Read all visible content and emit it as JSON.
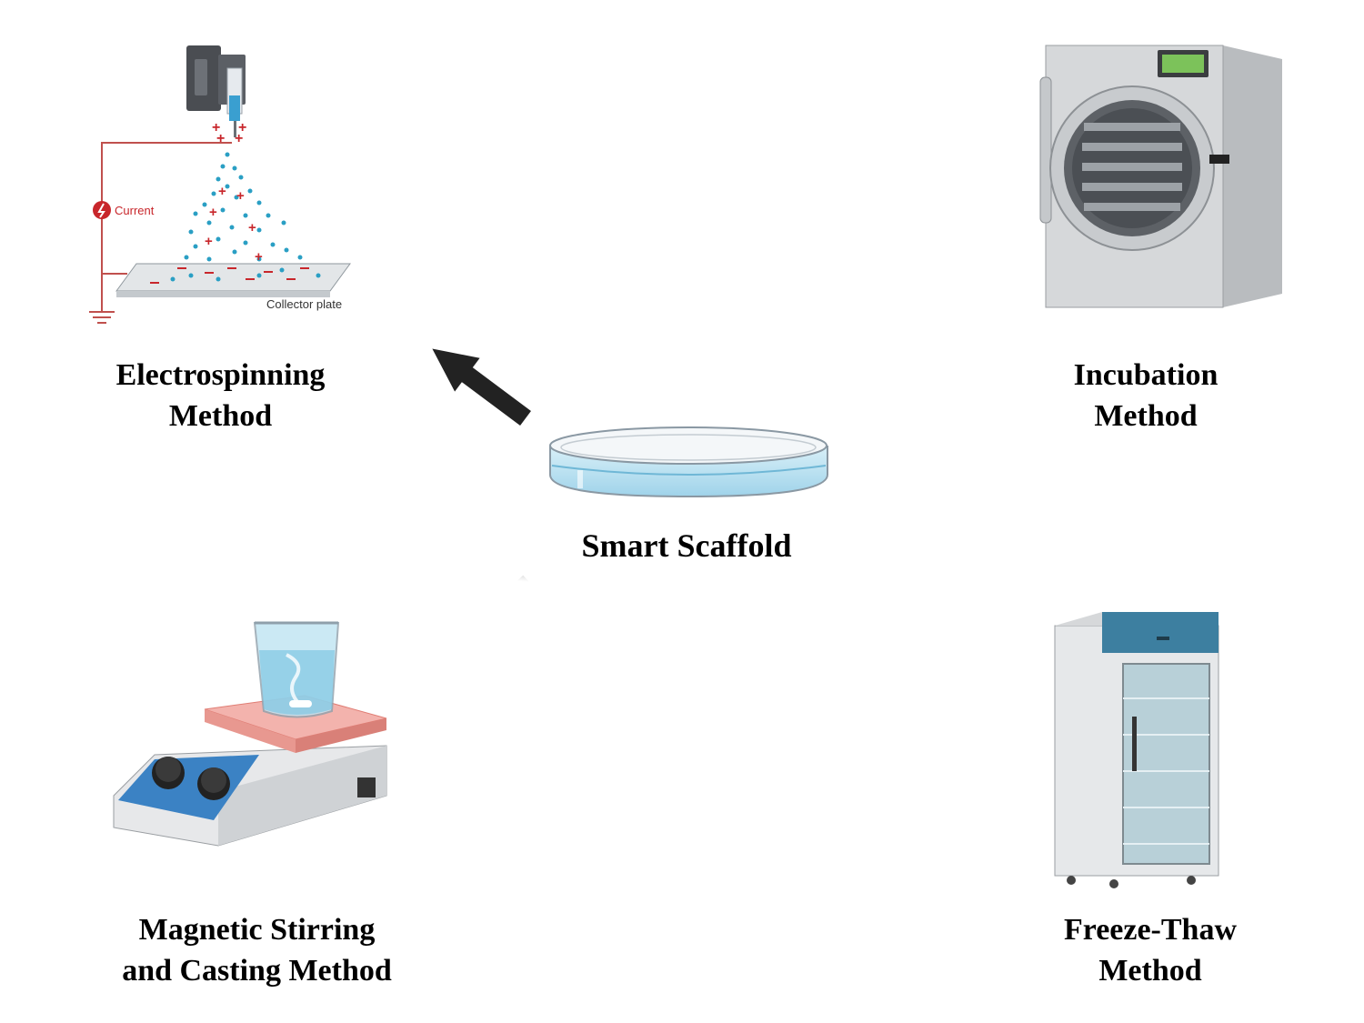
{
  "center": {
    "label": "Smart Scaffold"
  },
  "methods": [
    {
      "lines": [
        "Electrospinning",
        "Method"
      ]
    },
    {
      "lines": [
        "Incubation",
        "Method"
      ]
    },
    {
      "lines": [
        "Magnetic Stirring",
        "and Casting Method"
      ]
    },
    {
      "lines": [
        "Freeze-Thaw",
        "Method"
      ]
    }
  ],
  "electrospinning": {
    "current_label": "Current",
    "collector_label": "Collector plate"
  },
  "colors": {
    "arrow": "#222222",
    "liquid": "#bfe4f2",
    "charge": "#c8262b",
    "droplet": "#2a9fc4",
    "cabinet_top": "#3d7fa0",
    "hotplate": "#f3b3ad",
    "knob_panel": "#3b82c4",
    "display": "#7cc25a"
  }
}
